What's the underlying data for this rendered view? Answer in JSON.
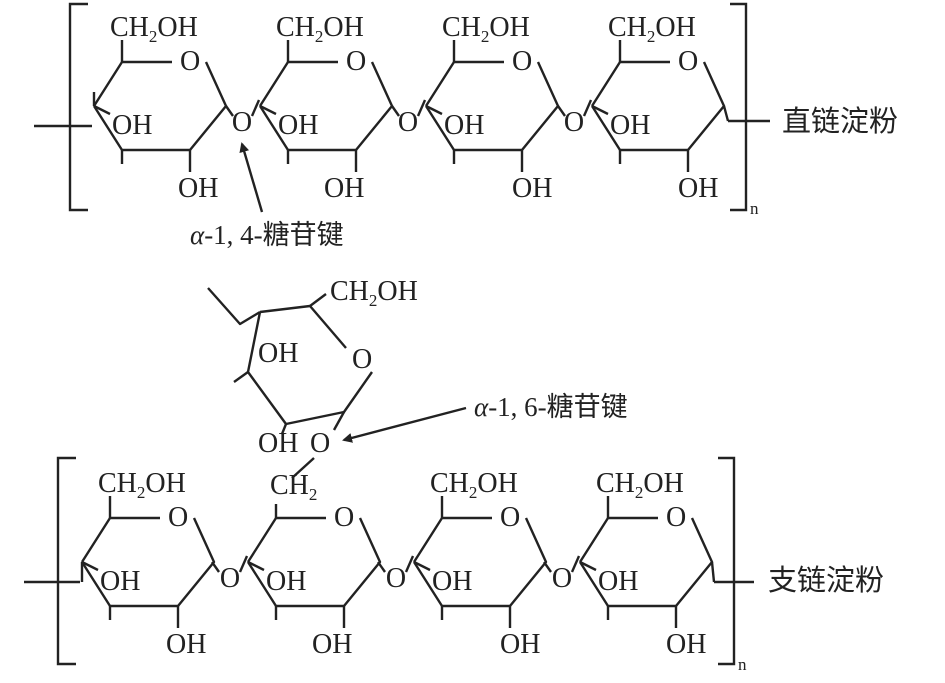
{
  "amylose": {
    "label": "直链淀粉",
    "repeat_subscript": "n",
    "units": [
      {
        "ch2_main": "CH",
        "ch2_sub": "2",
        "ch2_tail": "OH",
        "ring_o": "O",
        "oh_left": "OH",
        "oh_bottom": "OH"
      },
      {
        "ch2_main": "CH",
        "ch2_sub": "2",
        "ch2_tail": "OH",
        "ring_o": "O",
        "oh_left": "OH",
        "oh_bottom": "OH"
      },
      {
        "ch2_main": "CH",
        "ch2_sub": "2",
        "ch2_tail": "OH",
        "ring_o": "O",
        "oh_left": "OH",
        "oh_bottom": "OH"
      },
      {
        "ch2_main": "CH",
        "ch2_sub": "2",
        "ch2_tail": "OH",
        "ring_o": "O",
        "oh_left": "OH",
        "oh_bottom": "OH"
      }
    ],
    "linkage_o": [
      "O",
      "O",
      "O"
    ],
    "annotation": {
      "alpha": "α",
      "text": "-1, 4-糖苷键"
    }
  },
  "branch": {
    "ch2_main": "CH",
    "ch2_sub": "2",
    "ch2_tail": "OH",
    "ring_o": "O",
    "oh_left": "OH",
    "oh_bottom": "OH",
    "link_o": "O",
    "annotation": {
      "alpha": "α",
      "text": "-1, 6-糖苷键"
    }
  },
  "amylopectin": {
    "label": "支链淀粉",
    "repeat_subscript": "n",
    "units": [
      {
        "ch2_main": "CH",
        "ch2_sub": "2",
        "ch2_tail": "OH",
        "ring_o": "O",
        "oh_left": "OH",
        "oh_bottom": "OH"
      },
      {
        "ch2_main": "CH",
        "ch2_sub": "2",
        "ch2_tail": "",
        "ring_o": "O",
        "oh_left": "OH",
        "oh_bottom": "OH"
      },
      {
        "ch2_main": "CH",
        "ch2_sub": "2",
        "ch2_tail": "OH",
        "ring_o": "O",
        "oh_left": "OH",
        "oh_bottom": "OH"
      },
      {
        "ch2_main": "CH",
        "ch2_sub": "2",
        "ch2_tail": "OH",
        "ring_o": "O",
        "oh_left": "OH",
        "oh_bottom": "OH"
      }
    ],
    "linkage_o": [
      "O",
      "O",
      "O"
    ]
  },
  "colors": {
    "ink": "#222222",
    "background": "#ffffff"
  }
}
